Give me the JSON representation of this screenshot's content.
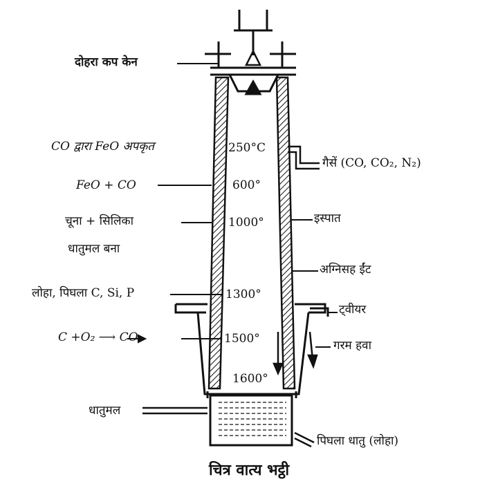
{
  "diagram": {
    "caption": "चित्र वात्य भट्ठी",
    "left_labels": {
      "cup_cone": "दोहरा कप केन",
      "co_reduction": "CO द्वारा FeO अपकृत",
      "feo_co": "FeO + CO",
      "lime_silica": "चूना + सिलिका",
      "slag_formed": "धातुमल बना",
      "iron_molten": "लोहा, पिघला C, Si, P",
      "c_o2_co2": "C +O₂ ⟶ CO₂",
      "slag": "धातुमल"
    },
    "right_labels": {
      "gases": "गैसें (CO, CO₂, N₂)",
      "steel": "इस्पात",
      "firebrick": "अग्निसह ईंट",
      "tuyere": "ट्वीयर",
      "hot_air": "गरम हवा",
      "molten_metal": "पिघला धातु (लोहा)"
    },
    "temperatures": [
      "250°C",
      "600°",
      "1000°",
      "1300°",
      "1500°",
      "1600°"
    ]
  }
}
